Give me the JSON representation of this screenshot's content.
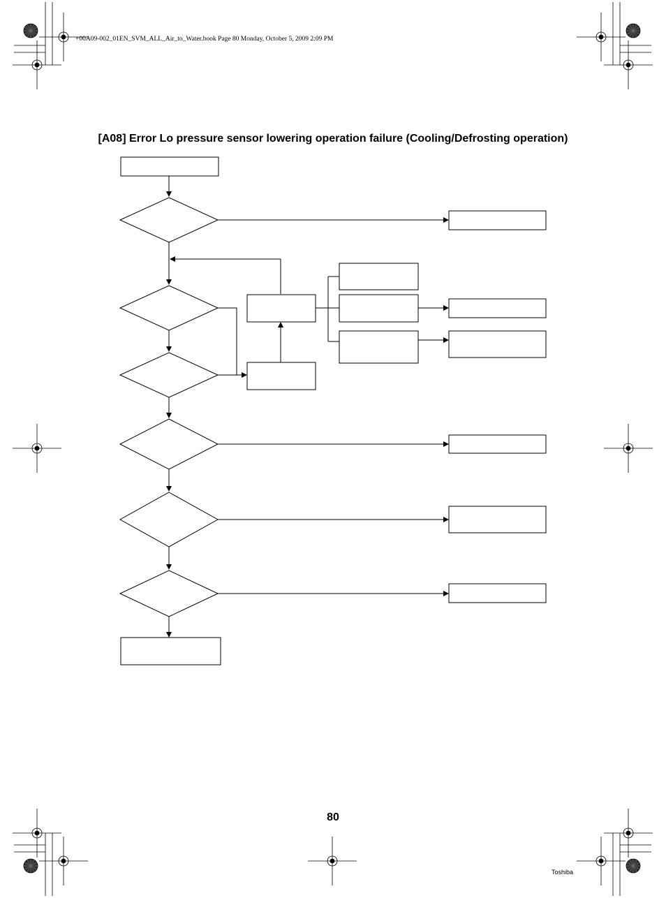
{
  "document": {
    "header_line": "+00A09-002_01EN_SVM_ALL_Air_to_Water.book  Page 80  Monday, October 5, 2009  2:09 PM",
    "title": "[A08] Error Lo pressure sensor lowering operation failure (Cooling/Defrosting operation)",
    "page_number": "80",
    "footer_brand": "Toshiba"
  },
  "colors": {
    "ink": "#000000",
    "paper": "#ffffff",
    "reg_mark_fill": "#333333"
  },
  "icons": [
    "registration-crosshair-icon",
    "printer-color-wheel-icon"
  ]
}
